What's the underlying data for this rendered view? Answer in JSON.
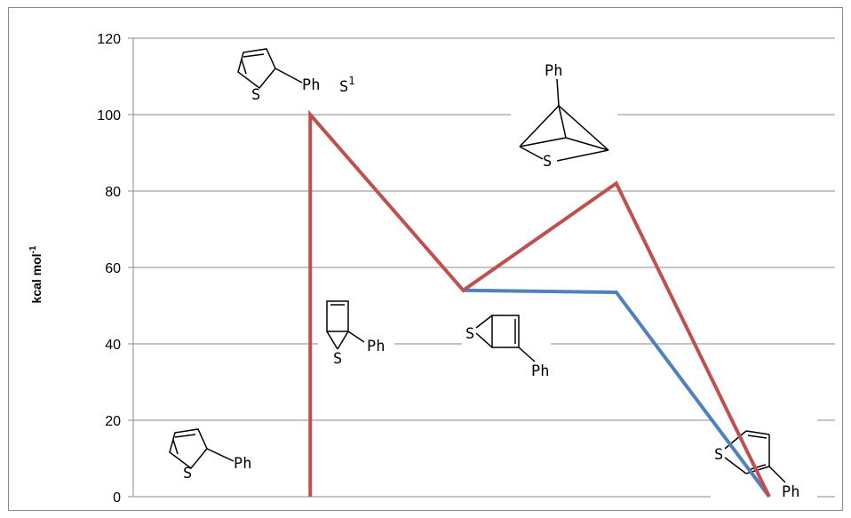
{
  "chart_data": {
    "type": "line",
    "ylabel": "kcal mol",
    "ylabel_superscript": "-1",
    "ylim": [
      0,
      120
    ],
    "yticks": [
      0,
      20,
      40,
      60,
      80,
      100,
      120
    ],
    "grid": true,
    "x": [
      0,
      1,
      2,
      3,
      4
    ],
    "series": [
      {
        "color": "#c0504d",
        "points": [
          [
            1,
            0
          ],
          [
            1,
            100
          ],
          [
            2,
            54
          ],
          [
            3,
            82
          ],
          [
            4,
            0
          ]
        ]
      },
      {
        "color": "#4f81bd",
        "points": [
          [
            2,
            54
          ],
          [
            3,
            53.5
          ],
          [
            4,
            0
          ]
        ]
      }
    ],
    "annotations": {
      "state_label": {
        "text": "S",
        "superscript": "1"
      },
      "atom_labels": {
        "s": "S",
        "ph": "Ph"
      }
    }
  }
}
